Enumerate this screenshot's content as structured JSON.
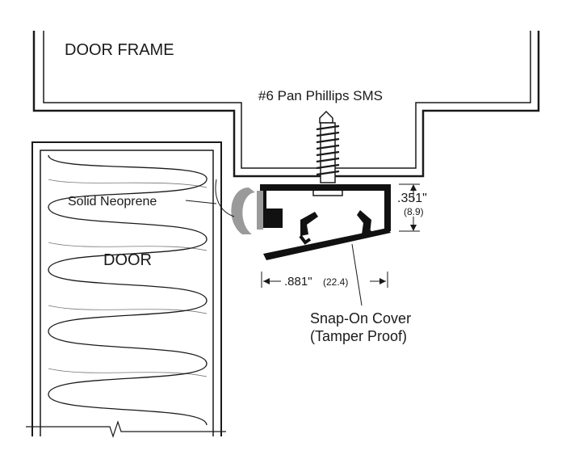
{
  "labels": {
    "door_frame": "DOOR FRAME",
    "screw": "#6 Pan Phillips SMS",
    "neoprene": "Solid Neoprene",
    "door": "DOOR",
    "height_in": ".351\"",
    "height_mm": "(8.9)",
    "width_in": ".881\"",
    "width_mm": "(22.4)",
    "cover_line1": "Snap-On Cover",
    "cover_line2": "(Tamper Proof)"
  },
  "colors": {
    "line": "#1a1a1a",
    "extrusion": "#111111",
    "neoprene": "#9a9a9a",
    "frame_fill": "#ffffff"
  }
}
